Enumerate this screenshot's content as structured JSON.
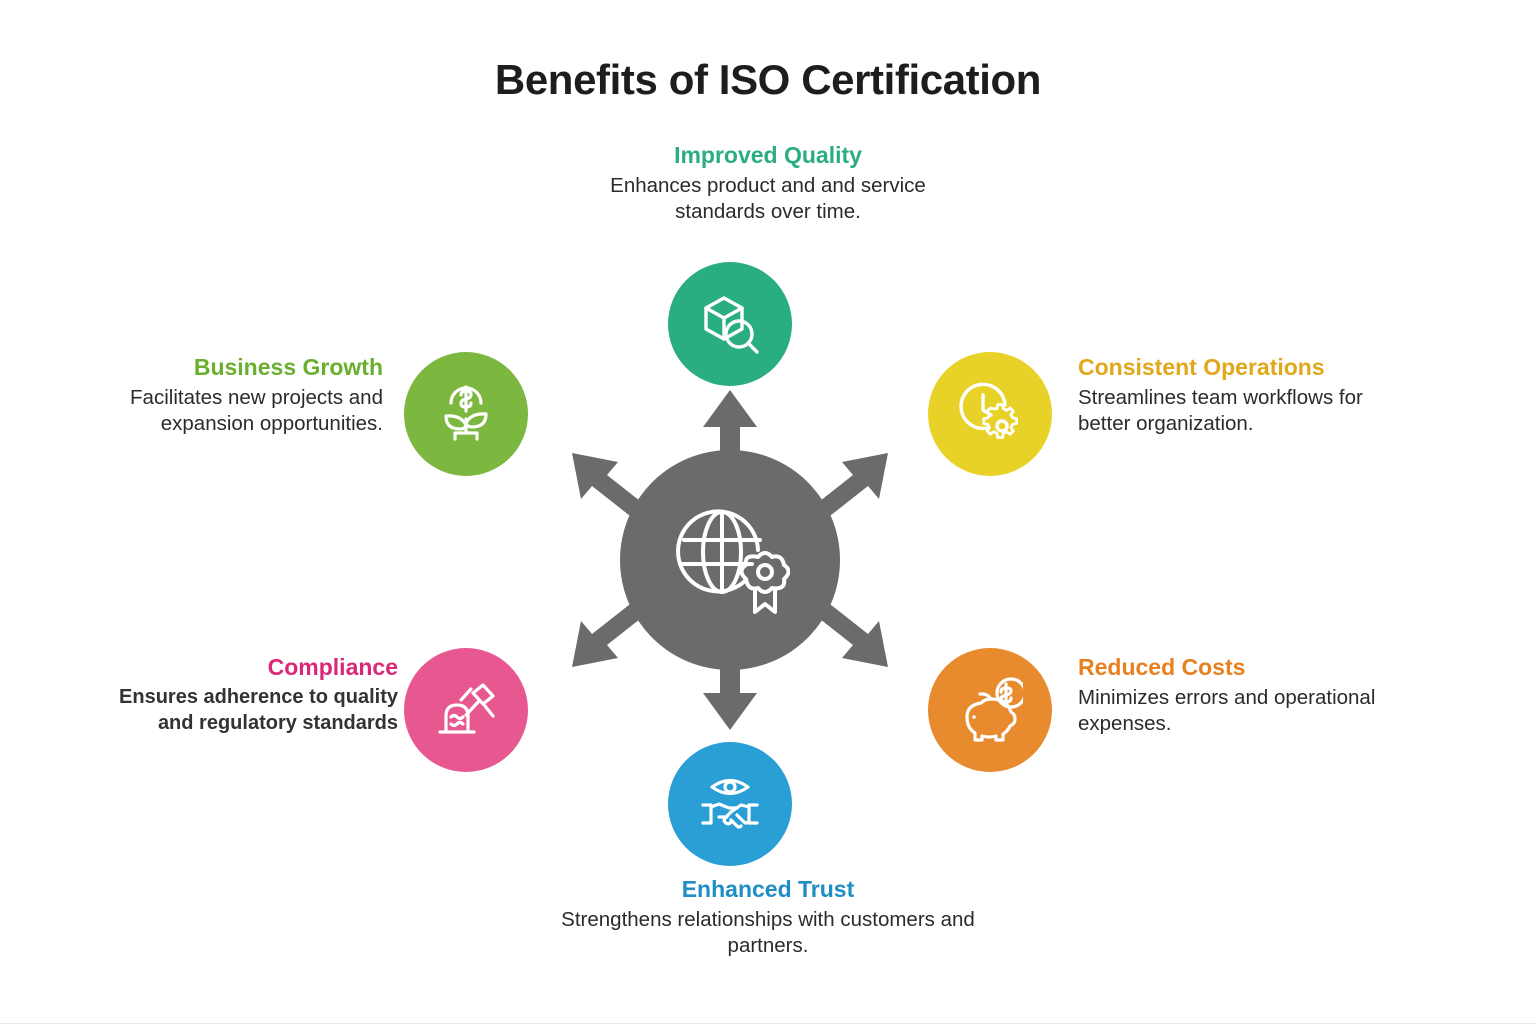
{
  "title": "Benefits of ISO Certification",
  "center": {
    "icon": "globe-certificate-icon",
    "color": "#6b6b6b"
  },
  "arrow_color": "#6b6b6b",
  "nodes": [
    {
      "id": "improved-quality",
      "position": "top",
      "heading": "Improved Quality",
      "body": "Enhances product and and service standards over time.",
      "color": "#2aae7f",
      "icon": "cube-search-icon"
    },
    {
      "id": "consistent-operations",
      "position": "top-right",
      "heading": "Consistent Operations",
      "body": "Streamlines team workflows for better organization.",
      "color": "#e8d227",
      "heading_color": "#e0a81a",
      "icon": "clock-gear-icon"
    },
    {
      "id": "reduced-costs",
      "position": "bottom-right",
      "heading": "Reduced Costs",
      "body": "Minimizes errors and operational expenses.",
      "color": "#e88a2e",
      "heading_color": "#e8801e",
      "icon": "piggy-bank-icon"
    },
    {
      "id": "enhanced-trust",
      "position": "bottom",
      "heading": "Enhanced Trust",
      "body": "Strengthens relationships with customers and partners.",
      "color": "#2a9fd6",
      "heading_color": "#1e8ec4",
      "icon": "eye-handshake-icon"
    },
    {
      "id": "compliance",
      "position": "bottom-left",
      "heading": "Compliance",
      "body": "Ensures adherence to quality and regulatory standards",
      "color": "#e6588f",
      "heading_color": "#db2777",
      "icon": "gavel-document-icon"
    },
    {
      "id": "business-growth",
      "position": "top-left",
      "heading": "Business Growth",
      "body": "Facilitates new projects and expansion opportunities.",
      "color": "#7cb83f",
      "heading_color": "#6aaf2e",
      "icon": "plant-money-icon"
    }
  ]
}
